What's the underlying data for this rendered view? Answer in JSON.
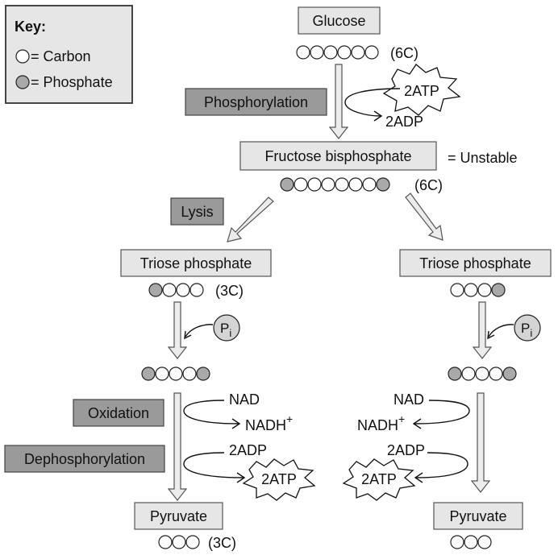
{
  "key": {
    "title": "Key:",
    "carbon": "= Carbon",
    "phosphate": "= Phosphate"
  },
  "molecules": {
    "glucose": "Glucose",
    "fructose_bisphosphate": "Fructose bisphosphate",
    "unstable": "= Unstable",
    "triose_phosphate": "Triose phosphate",
    "pyruvate": "Pyruvate"
  },
  "steps": {
    "phosphorylation": "Phosphorylation",
    "lysis": "Lysis",
    "oxidation": "Oxidation",
    "dephosphorylation": "Dephosphorylation"
  },
  "counts": {
    "six_c": "(6C)",
    "three_c": "(3C)"
  },
  "cofactors": {
    "atp": "2ATP",
    "adp": "2ADP",
    "nad": "NAD",
    "nadh": "NADH",
    "plus": "+",
    "pi_main": "P",
    "pi_sub": "i"
  },
  "colors": {
    "light_box": "#e6e6e6",
    "dark_box": "#9a9a9a",
    "phosphate": "#a9a9a9"
  }
}
